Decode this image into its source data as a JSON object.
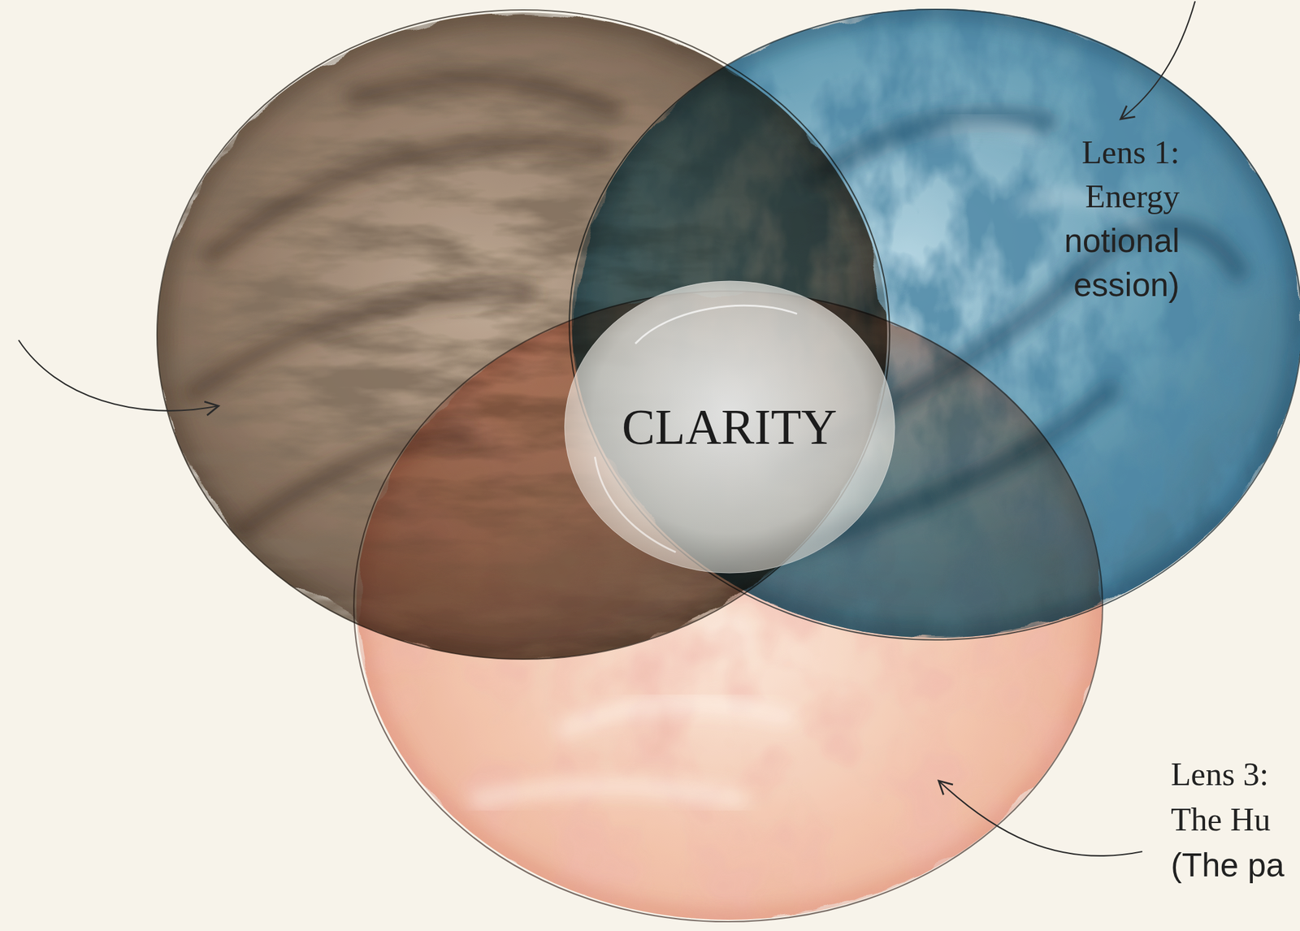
{
  "diagram": {
    "nodes": [
      {
        "text": [
          "CLARITY"
        ]
      }
    ],
    "labels": [
      "Lens 1:",
      "Energy",
      "notional",
      "ession)",
      "Lens 3:",
      "The Hu",
      "(The pa"
    ]
  }
}
